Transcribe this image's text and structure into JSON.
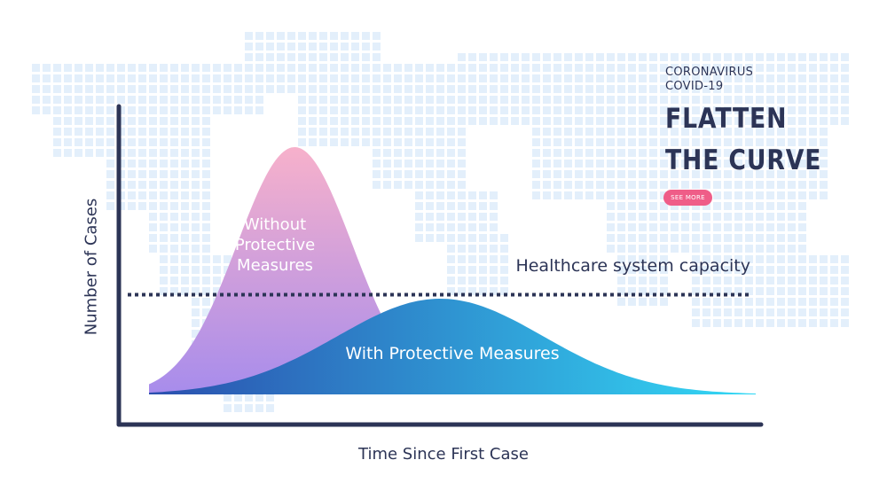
{
  "header": {
    "kicker_line1": "CORONAVIRUS",
    "kicker_line2": "COVID-19",
    "title_line1": "FLATTEN",
    "title_line2": "THE CURVE",
    "button_label": "SEE MORE",
    "button_color": "#ef5d88",
    "text_color": "#2c3456"
  },
  "chart_data": {
    "type": "area",
    "xlabel": "Time Since First Case",
    "ylabel": "Number of Cases",
    "x_range": [
      0,
      100
    ],
    "y_range": [
      0,
      100
    ],
    "grid": false,
    "axis_color": "#2c3456",
    "series": [
      {
        "label_lines": [
          "Without",
          "Protective",
          "Measures"
        ],
        "peak_x": 24,
        "peak_y": 93,
        "spread": 9.5,
        "start_x": 0,
        "end_x": 45,
        "colors": [
          "#a78cec",
          "#f7b1cb"
        ]
      },
      {
        "label_lines": [
          "With Protective Measures"
        ],
        "peak_x": 48,
        "peak_y": 36,
        "spread": 17,
        "start_x": 0,
        "end_x": 100,
        "colors": [
          "#2b4fae",
          "#33d9f5"
        ]
      }
    ],
    "reference_line": {
      "label": "Healthcare system capacity",
      "y": 37.5,
      "style": "dotted",
      "color": "#2c3456"
    }
  },
  "background": {
    "icon": "world-map-dots",
    "color": "#e3effb"
  }
}
